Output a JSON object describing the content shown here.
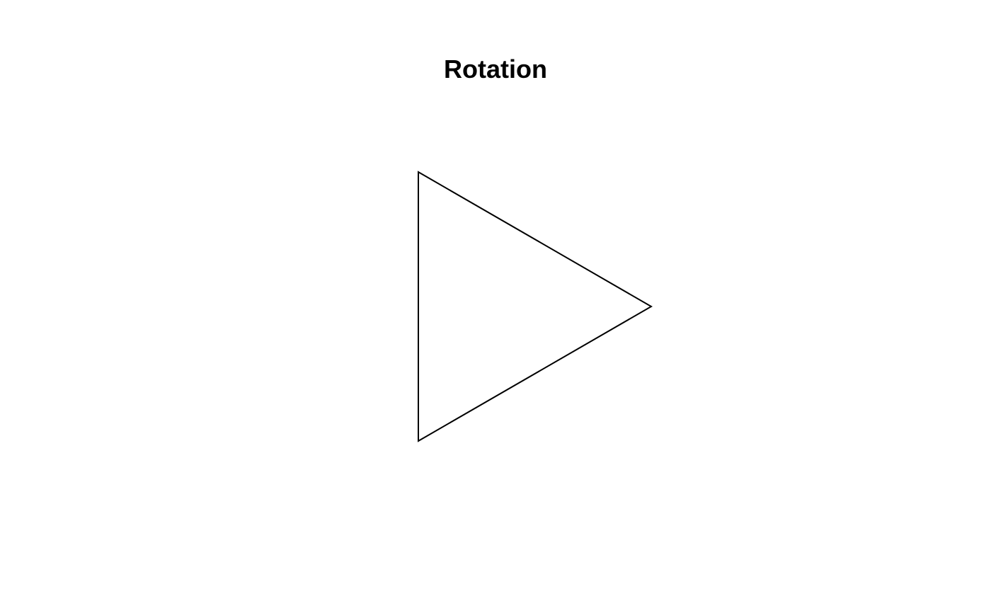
{
  "figure": {
    "title": "Rotation",
    "shape": "triangle",
    "pointing": "right",
    "stroke_color": "#000000",
    "fill_color": "#ffffff",
    "background_color": "#ffffff"
  }
}
